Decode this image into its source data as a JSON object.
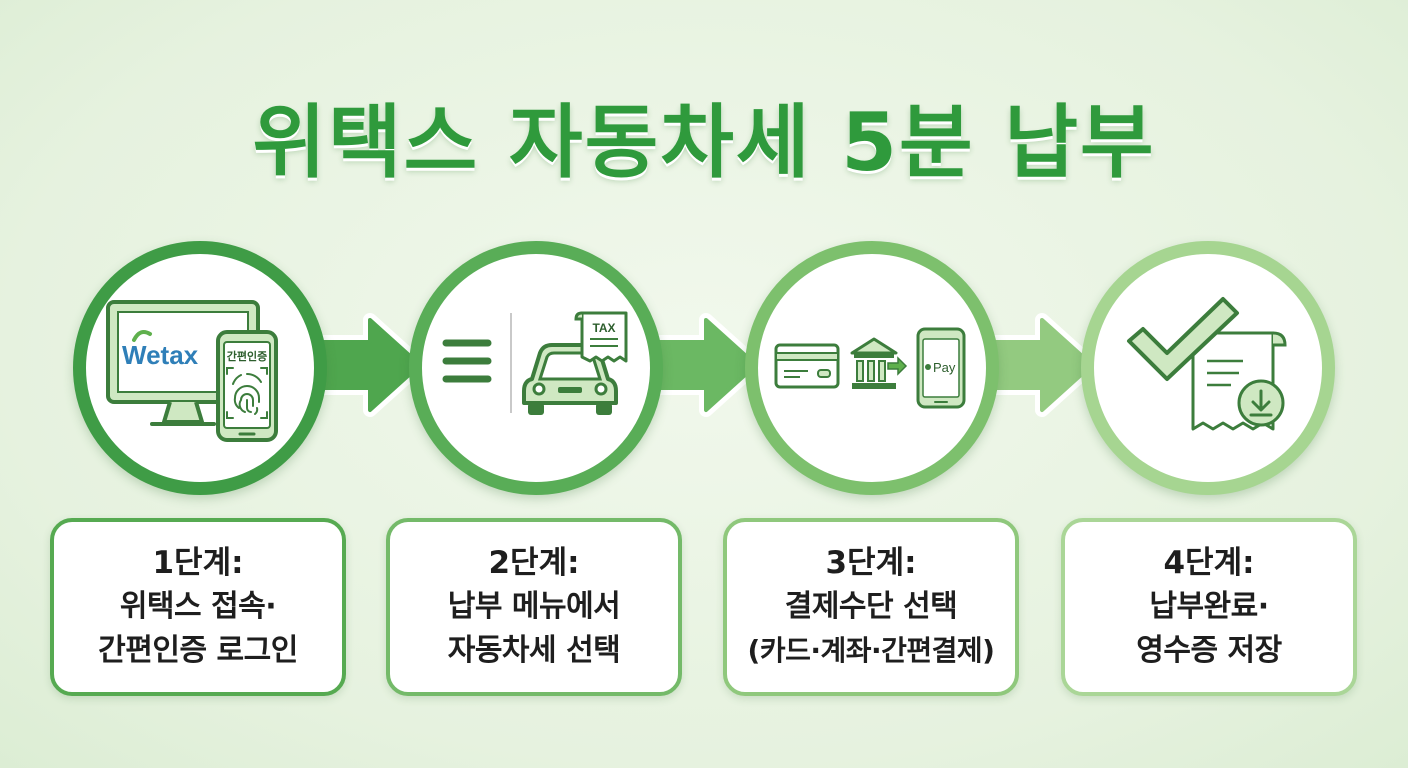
{
  "title": "위택스 자동차세 5분 납부",
  "colors": {
    "title": "#2f9a3c",
    "ring_1": "#3f9c46",
    "ring_2": "#59ad57",
    "ring_3": "#7dc06d",
    "ring_4": "#a6d591",
    "icon_dark": "#3c7d3c",
    "icon_fill": "#cfe8c2"
  },
  "steps": [
    {
      "step": "1단계:",
      "desc_line1": "위택스 접속·",
      "desc_line2": "간편인증 로그인",
      "icons": [
        "monitor-icon",
        "smartphone-icon",
        "fingerprint-icon"
      ],
      "logo_text": "Wetax",
      "phone_text": "간편인증"
    },
    {
      "step": "2단계:",
      "desc_line1": "납부 메뉴에서",
      "desc_line2": "자동차세 선택",
      "icons": [
        "menu-icon",
        "car-icon",
        "tax-receipt-icon"
      ],
      "tax_text": "TAX"
    },
    {
      "step": "3단계:",
      "desc_line1": "결제수단 선택",
      "desc_line2": "(카드·계좌·간편결제)",
      "icons": [
        "credit-card-icon",
        "bank-icon",
        "smartphone-pay-icon"
      ],
      "pay_text": "Pay"
    },
    {
      "step": "4단계:",
      "desc_line1": "납부완료·",
      "desc_line2": "영수증 저장",
      "icons": [
        "checkmark-icon",
        "receipt-icon",
        "download-icon"
      ]
    }
  ]
}
